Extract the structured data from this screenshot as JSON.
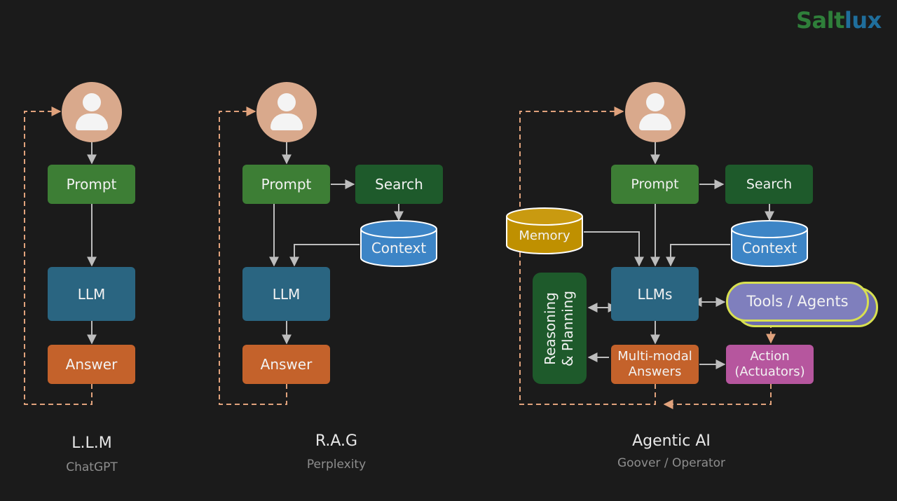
{
  "brand": {
    "logo_part1": "Salt",
    "logo_part2": "lux"
  },
  "llm_panel": {
    "prompt": "Prompt",
    "llm": "LLM",
    "answer": "Answer",
    "caption": "L.L.M",
    "subcaption": "ChatGPT"
  },
  "rag_panel": {
    "prompt": "Prompt",
    "search": "Search",
    "context": "Context",
    "llm": "LLM",
    "answer": "Answer",
    "caption": "R.A.G",
    "subcaption": "Perplexity"
  },
  "agentic_panel": {
    "prompt": "Prompt",
    "search": "Search",
    "memory": "Memory",
    "context": "Context",
    "llms": "LLMs",
    "reasoning": "Reasoning",
    "planning": "& Planning",
    "tools": "Tools / Agents",
    "multimodal_line1": "Multi-modal",
    "multimodal_line2": "Answers",
    "action_line1": "Action",
    "action_line2": "(Actuators)",
    "caption": "Agentic AI",
    "subcaption": "Goover / Operator"
  },
  "colors": {
    "background": "#1b1b1b",
    "prompt": "#3d7e35",
    "search": "#1e5a2b",
    "llm": "#2a6581",
    "answer": "#c4622b",
    "context": "#3d85c6",
    "memory": "#bf9000",
    "action": "#b6569e",
    "tools": "#7f7fbd",
    "avatar": "#d9a98c",
    "feedback_line": "#e0a27c"
  }
}
